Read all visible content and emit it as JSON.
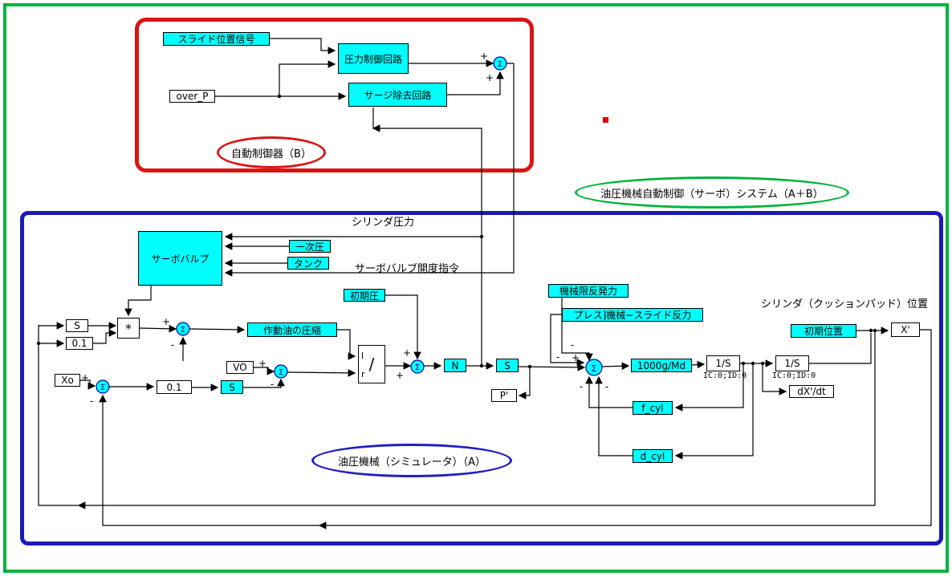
{
  "labels": {
    "system_title": "油圧機械自動制御（サーボ）システム（A＋B）",
    "controller": "自動制御器（B）",
    "simulator": "油圧機械（シミュレータ）（A）",
    "cylinder_pressure": "シリンダ圧力",
    "valve_command": "サーボバルブ開度指令",
    "cylinder_position": "シリンダ（クッションパッド）位置",
    "sigma": "Σ",
    "plus": "+",
    "minus": "-",
    "div_numerator": "l",
    "div_denominator": "r"
  },
  "blocks": {
    "slide_signal": "スライド位置信号",
    "pressure_circuit": "圧力制御回路",
    "surge_circuit": "サージ除去回路",
    "over_p": "over_P",
    "servo_valve": "サーボバルブ",
    "primary_pressure": "一次圧",
    "tank": "タンク",
    "initial_pressure": "初期圧",
    "s_top": "S",
    "gain_01_top": "0.1",
    "multiplier": "*",
    "oil_compression": "作動油の圧縮",
    "xo": "Xo",
    "gain_01_bottom": "0.1",
    "s_bottom": "S",
    "vo": "VO",
    "divider": "/",
    "n_block": "N",
    "s_pressure": "S",
    "p_prime": "P'",
    "machine_limit_force": "機械限反発力",
    "press_slide_force": "プレス]機械~スライド反力",
    "gain_mass": "1000g/Md",
    "integrator1": "1/S",
    "integrator1_ic": "IC:0;ID:0",
    "integrator2": "1/S",
    "integrator2_ic": "IC:0;ID:0",
    "initial_position": "初期位置",
    "x_prime": "X'",
    "dx_dt": "dX'/dt",
    "f_cyl": "f_cyl",
    "d_cyl": "d_cyl"
  }
}
